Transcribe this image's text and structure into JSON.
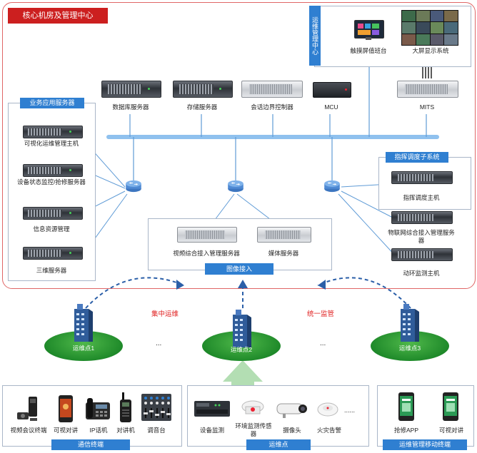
{
  "title": "核心机房及管理中心",
  "ops_center": {
    "label": "运维管理中心",
    "touch_console": "触摸屏值班台",
    "big_screen": "大屏显示系统"
  },
  "core_servers": [
    "数据库服务器",
    "存储服务器",
    "会话边界控制器",
    "MCU",
    "MITS"
  ],
  "biz_servers": {
    "tag": "业务应用服务器",
    "items": [
      "可视化运维管理主机",
      "设备状态监控/抢修服务器",
      "信息资源管理",
      "三维服务器"
    ]
  },
  "dispatch": {
    "tag": "指挥调度子系统",
    "items": [
      "指挥调度主机",
      "物联网综合接入管理服务器",
      "动环监测主机"
    ]
  },
  "video_access": {
    "tag": "图像接入",
    "items": [
      "视频综合接入管理服务器",
      "媒体服务器"
    ]
  },
  "labels": {
    "centralized": "集中运维",
    "unified": "统一监管",
    "ellipsis": "..."
  },
  "sites": [
    "运维点1",
    "运维点2",
    "运维点3"
  ],
  "comm_terminals": {
    "tag": "通信终端",
    "items": [
      "视频会议终端",
      "可视对讲",
      "IP话机",
      "对讲机",
      "调音台"
    ]
  },
  "site_devices": {
    "tag": "运维点",
    "items": [
      "设备监测",
      "环境监测传感器",
      "摄像头",
      "火灾告警"
    ],
    "more": "......"
  },
  "mobile_terminals": {
    "tag": "运维管理移动终端",
    "items": [
      "抢修APP",
      "可视对讲"
    ]
  },
  "colors": {
    "accent": "#2f7fd1",
    "title": "#cc1f1f",
    "bus": "#8fc1ee",
    "site_green": "#22902c",
    "alert": "#e02020"
  }
}
